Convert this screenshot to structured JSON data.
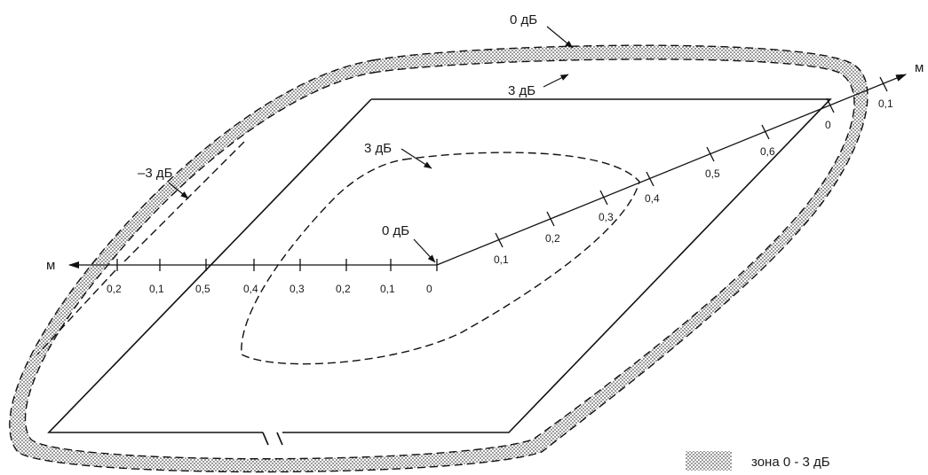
{
  "labels": {
    "outer_0db": "0 дБ",
    "outer_3db": "3 дБ",
    "inner_3db": "3 дБ",
    "inner_0db": "0 дБ",
    "minus_3db": "–3 дБ",
    "axis_left": "м",
    "axis_right": "м"
  },
  "left_axis_ticks": [
    "0,2",
    "0,1",
    "0,5",
    "0,4",
    "0,3",
    "0,2",
    "0,1",
    "0"
  ],
  "right_axis_ticks": [
    "0,1",
    "0,2",
    "0,3",
    "0,4",
    "0,5",
    "0,6",
    "0",
    "0,1"
  ],
  "legend": {
    "label": "зона 0 - 3 дБ"
  },
  "colors": {
    "stroke": "#111111",
    "dots": "#555555"
  }
}
